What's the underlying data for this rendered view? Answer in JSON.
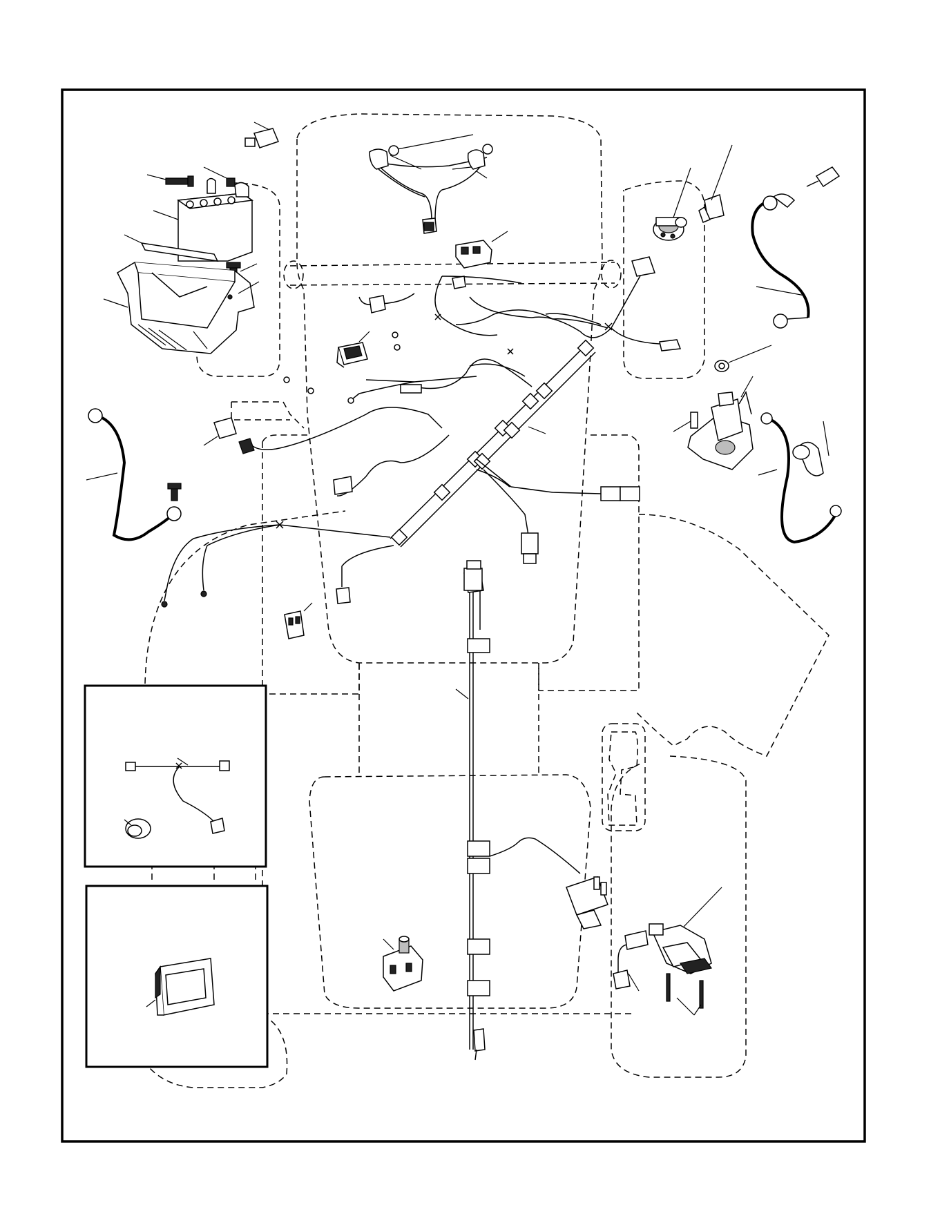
{
  "diagram": {
    "title": "",
    "labels": [],
    "colors": {
      "line": "#000000",
      "background": "#ffffff",
      "fill_grey": "#bdbdbd"
    },
    "parts": [
      "battery",
      "battery-box",
      "battery-strap",
      "battery-bolt",
      "battery-nut",
      "terminal-cover",
      "headlight-harness",
      "clutch-switch",
      "ignition-switch",
      "ignition-key",
      "solenoid",
      "positive-cable",
      "negative-cable",
      "solenoid-cable",
      "main-harness",
      "rocker-switch",
      "fuse",
      "lower-harness",
      "seat-switch",
      "pto-switch",
      "relay",
      "hour-meter",
      "cruise-module",
      "mower-switch",
      "reverse-switch",
      "accessory-outlet"
    ]
  }
}
